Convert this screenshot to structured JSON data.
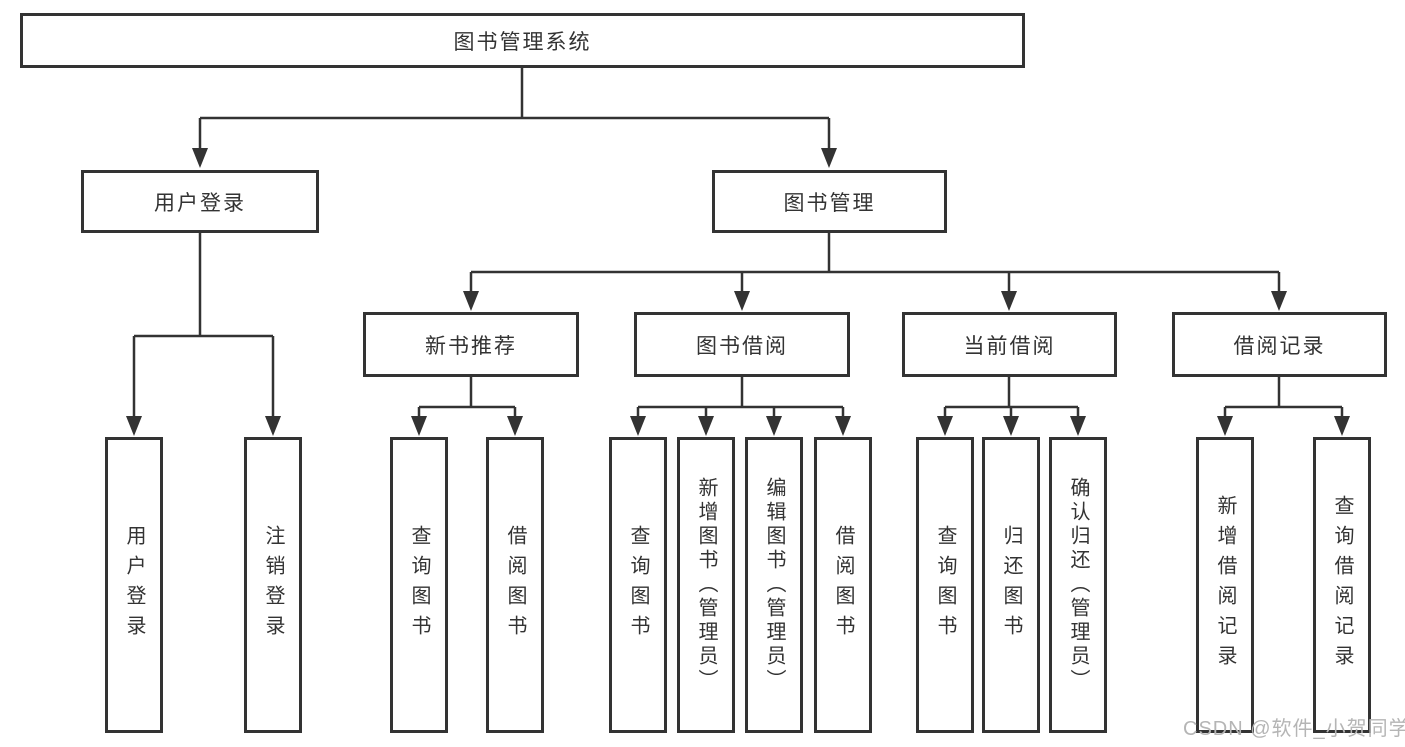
{
  "diagram": {
    "root": {
      "label": "图书管理系统"
    },
    "level2": [
      {
        "label": "用户登录"
      },
      {
        "label": "图书管理"
      }
    ],
    "level3": [
      {
        "label": "新书推荐"
      },
      {
        "label": "图书借阅"
      },
      {
        "label": "当前借阅"
      },
      {
        "label": "借阅记录"
      }
    ],
    "leaves_login": [
      {
        "label": "用户登录"
      },
      {
        "label": "注销登录"
      }
    ],
    "leaves_recommend": [
      {
        "label": "查询图书"
      },
      {
        "label": "借阅图书"
      }
    ],
    "leaves_borrow": [
      {
        "label": "查询图书"
      },
      {
        "label": "新增图书（管理员）"
      },
      {
        "label": "编辑图书（管理员）"
      },
      {
        "label": "借阅图书"
      }
    ],
    "leaves_current": [
      {
        "label": "查询图书"
      },
      {
        "label": "归还图书"
      },
      {
        "label": "确认归还（管理员）"
      }
    ],
    "leaves_records": [
      {
        "label": "新增借阅记录"
      },
      {
        "label": "查询借阅记录"
      }
    ],
    "watermark": "CSDN @软件_小贺同学",
    "colors": {
      "line": "#333333",
      "box_border": "#333333",
      "text": "#333333",
      "watermark": "#b5b5b5",
      "background": "#ffffff"
    }
  }
}
